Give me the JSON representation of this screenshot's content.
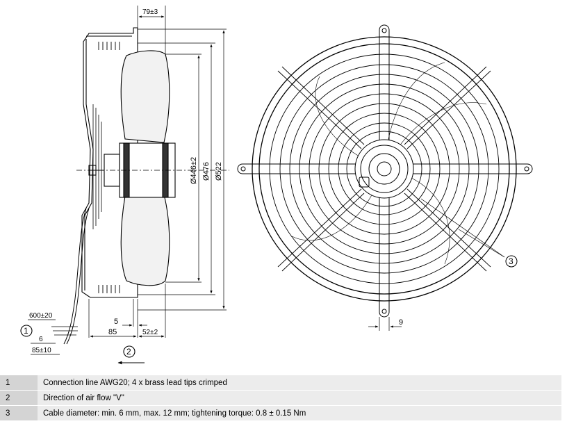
{
  "side_view": {
    "dim_top": "79±3",
    "dim_d1": "Ø446±2",
    "dim_d2": "Ø476",
    "dim_d3": "Ø522",
    "dim_cable_len": "600±20",
    "dim_6": "6",
    "dim_85_10": "85±10",
    "dim_5": "5",
    "dim_85": "85",
    "dim_52": "52±2",
    "callout_1": "1",
    "callout_2": "2"
  },
  "front_view": {
    "dim_9": "9",
    "callout_3": "3"
  },
  "legend": [
    {
      "num": "1",
      "text": "Connection line AWG20; 4 x brass lead tips crimped"
    },
    {
      "num": "2",
      "text": "Direction of air flow \"V\""
    },
    {
      "num": "3",
      "text": "Cable diameter: min. 6 mm, max. 12 mm; tightening torque: 0.8 ± 0.15 Nm"
    }
  ]
}
